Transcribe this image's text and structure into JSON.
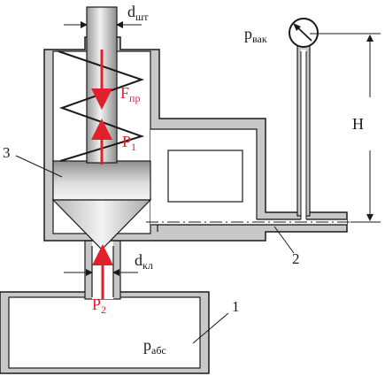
{
  "labels": {
    "d_rod": {
      "main": "d",
      "sub": "шт"
    },
    "p_vac": {
      "main": "p",
      "sub": "вак"
    },
    "height": "H",
    "force_spring": {
      "main": "F",
      "sub": "пр"
    },
    "p1": {
      "main": "P",
      "sub": "1"
    },
    "p2": {
      "main": "P",
      "sub": "2"
    },
    "d_valve": {
      "main": "d",
      "sub": "кл"
    },
    "p_abs": {
      "main": "p",
      "sub": "абс"
    },
    "callout_1": "1",
    "callout_2": "2",
    "callout_3": "3"
  },
  "colors": {
    "wall": "#c8c8c8",
    "stroke": "#1a1a1a",
    "arrow_red": "#e0202a",
    "piston_dark": "#9a9a9a",
    "piston_light": "#ececec"
  },
  "icons": {
    "gauge": "pressure-gauge-icon"
  }
}
